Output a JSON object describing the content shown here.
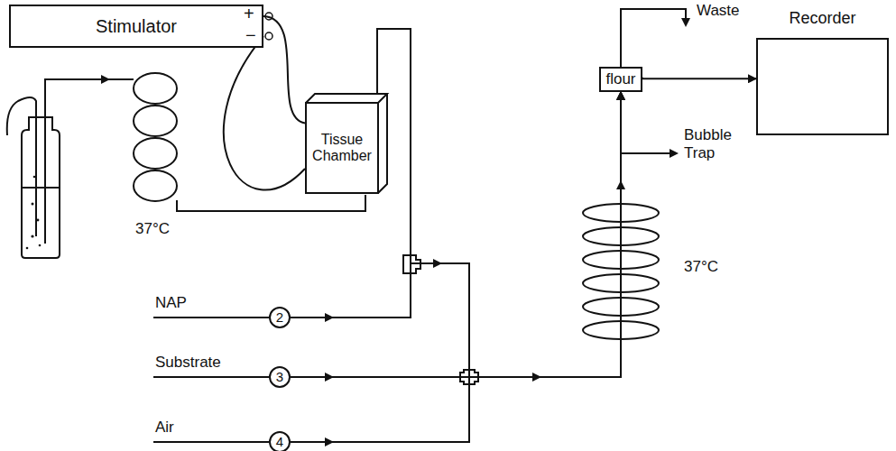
{
  "diagram": {
    "nodes": [
      {
        "text": [
          "Stimulator"
        ]
      },
      {
        "text": [
          "Tissue Chamber"
        ]
      },
      {
        "text": [
          "2"
        ]
      },
      {
        "text": [
          "3"
        ]
      },
      {
        "text": [
          "4"
        ]
      },
      {
        "text": [
          "flour"
        ]
      },
      {
        "text": [
          "Recorder"
        ]
      }
    ],
    "edges": [
      {
        "from": 0,
        "to": 1,
        "arrow": "none"
      },
      {
        "from": 0,
        "to": 1,
        "arrow": "none"
      },
      {
        "from": 1,
        "to": 5,
        "arrow": "to"
      },
      {
        "from": 2,
        "to": 5,
        "arrow": "to"
      },
      {
        "from": 3,
        "to": 5,
        "arrow": "to"
      },
      {
        "from": 4,
        "to": 5,
        "arrow": "to"
      },
      {
        "from": 5,
        "to": 6,
        "arrow": "to"
      }
    ],
    "labels": [
      "+",
      "−",
      "37°C",
      "NAP",
      "Substrate",
      "Air",
      "Bubble Trap",
      "37°C",
      "Waste"
    ]
  }
}
